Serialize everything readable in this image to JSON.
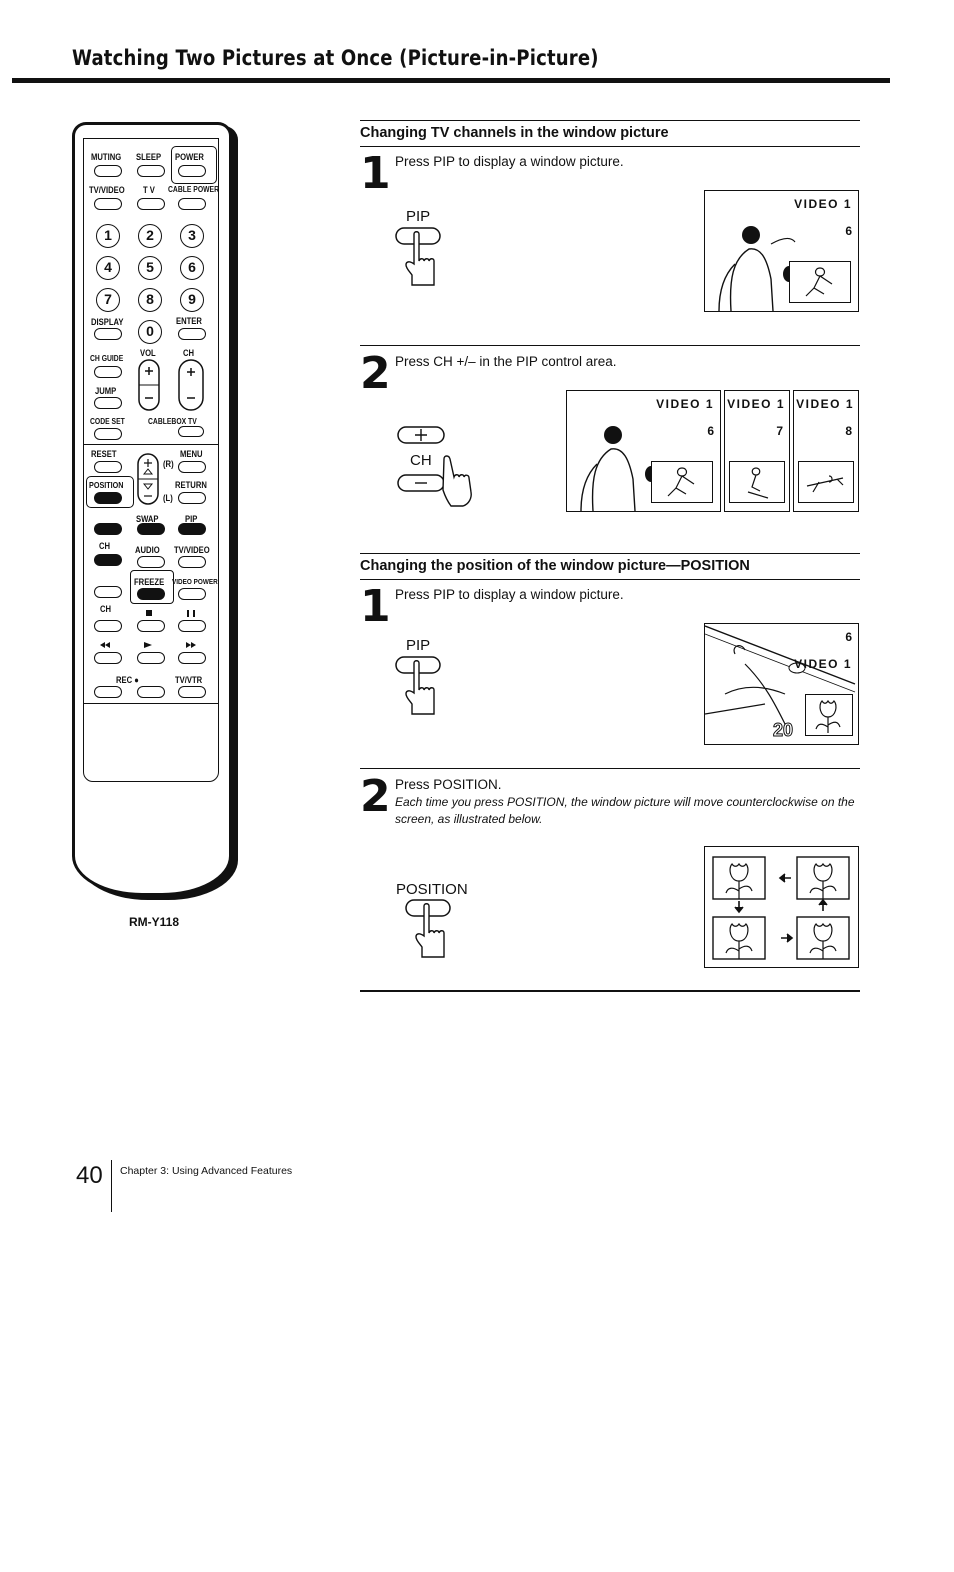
{
  "page": {
    "title": "Watching Two Pictures at Once (Picture-in-Picture)",
    "page_number": "40",
    "chapter": "Chapter 3: Using Advanced Features"
  },
  "remote": {
    "model": "RM-Y118",
    "labels": {
      "muting": "MUTING",
      "sleep": "SLEEP",
      "power": "POWER",
      "tv_video": "TV/VIDEO",
      "tv": "T V",
      "cable_power": "CABLE POWER",
      "display": "DISPLAY",
      "enter": "ENTER",
      "ch_guide": "CH GUIDE",
      "vol": "VOL",
      "ch": "CH",
      "jump": "JUMP",
      "code_set": "CODE SET",
      "cablebox_tv": "CABLEBOX TV",
      "reset": "RESET",
      "menu": "MENU",
      "position": "POSITION",
      "return": "RETURN",
      "r": "(R)",
      "l": "(L)",
      "swap": "SWAP",
      "pip": "PIP",
      "ch2": "CH",
      "audio": "AUDIO",
      "tv_video2": "TV/VIDEO",
      "freeze": "FREEZE",
      "video_power": "VIDEO POWER",
      "ch3": "CH",
      "rec": "REC ●",
      "tv_vtr": "TV/VTR"
    },
    "numbers": [
      "1",
      "2",
      "3",
      "4",
      "5",
      "6",
      "7",
      "8",
      "9",
      "0"
    ]
  },
  "section1": {
    "heading": "Changing TV channels in the window picture",
    "step1": {
      "number": "1",
      "text": "Press PIP to display a window picture.",
      "button_label": "PIP",
      "screen": {
        "label": "VIDEO 1",
        "channel": "6"
      }
    },
    "step2": {
      "number": "2",
      "text": "Press CH +/– in the PIP control area.",
      "button_label": "CH",
      "screens": [
        {
          "label": "VIDEO 1",
          "channel": "6"
        },
        {
          "label": "VIDEO 1",
          "channel": "7"
        },
        {
          "label": "VIDEO 1",
          "channel": "8"
        }
      ]
    }
  },
  "section2": {
    "heading": "Changing the position of the window picture—POSITION",
    "step1": {
      "number": "1",
      "text": "Press PIP to display a window picture.",
      "button_label": "PIP",
      "screen": {
        "label": "VIDEO 1",
        "channel": "6",
        "jersey": "20"
      }
    },
    "step2": {
      "number": "2",
      "text": "Press POSITION.",
      "note": "Each time you press POSITION, the window picture will move counterclockwise on the screen, as illustrated below.",
      "button_label": "POSITION"
    }
  }
}
